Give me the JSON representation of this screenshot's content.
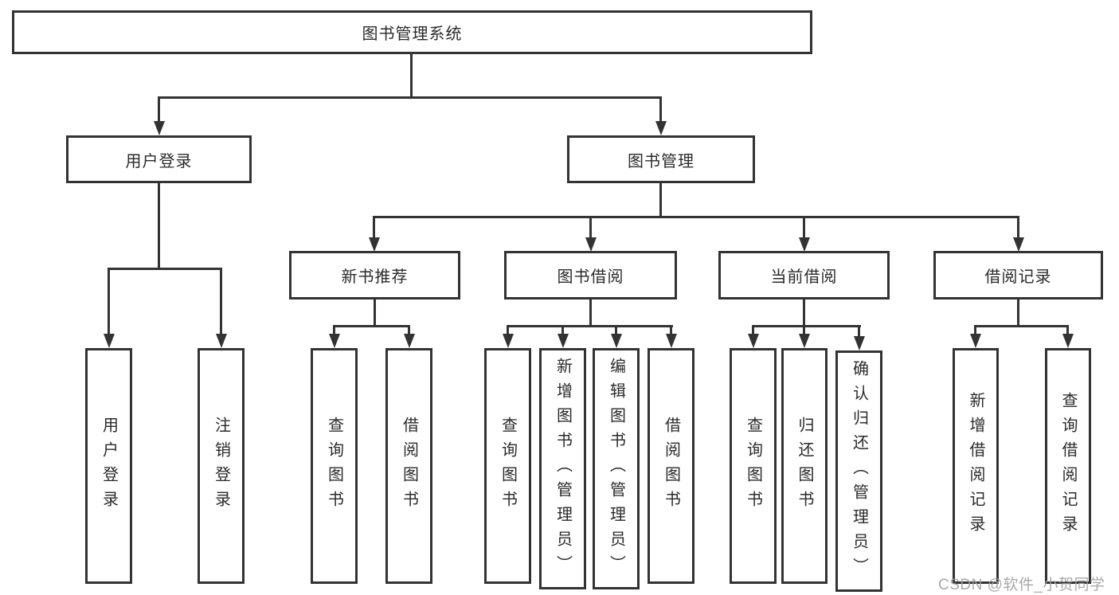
{
  "colors": {
    "line": "#333333",
    "text": "#2a2a2a",
    "watermark": "#a0a0a0",
    "background": "#ffffff"
  },
  "diagram": {
    "root": {
      "label": "图书管理系统"
    },
    "level2": [
      {
        "label": "用户登录"
      },
      {
        "label": "图书管理"
      }
    ],
    "level3": [
      {
        "label": "新书推荐"
      },
      {
        "label": "图书借阅"
      },
      {
        "label": "当前借阅"
      },
      {
        "label": "借阅记录"
      }
    ],
    "leaves": {
      "user_login_group": [
        {
          "label": "用户登录"
        },
        {
          "label": "注销登录"
        }
      ],
      "new_book_rec_group": [
        {
          "label": "查询图书"
        },
        {
          "label": "借阅图书"
        }
      ],
      "book_borrow_group": [
        {
          "label": "查询图书"
        },
        {
          "label": "新增图书（管理员）"
        },
        {
          "label": "编辑图书（管理员）"
        },
        {
          "label": "借阅图书"
        }
      ],
      "current_borrow_group": [
        {
          "label": "查询图书"
        },
        {
          "label": "归还图书"
        },
        {
          "label": "确认归还（管理员）"
        }
      ],
      "borrow_records_group": [
        {
          "label": "新增借阅记录"
        },
        {
          "label": "查询借阅记录"
        }
      ]
    }
  },
  "watermark": {
    "text": "CSDN @软件_小贺同学"
  }
}
